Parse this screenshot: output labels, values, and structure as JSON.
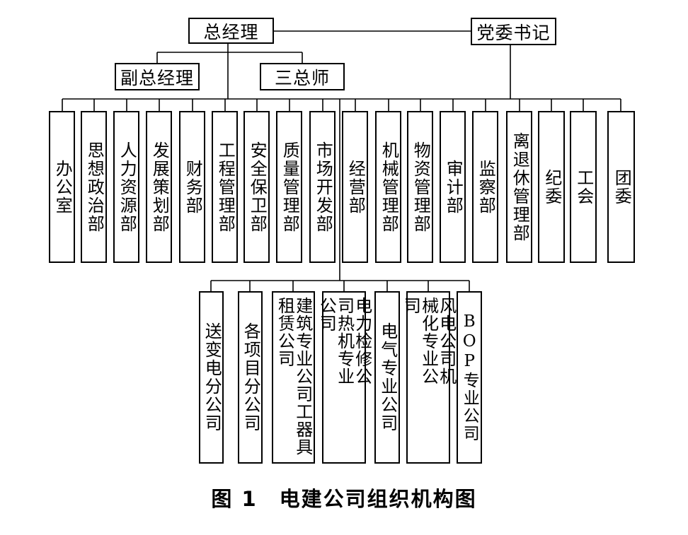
{
  "top": {
    "general_manager": "总经理",
    "party_secretary": "党委书记",
    "deputy_general_manager": "副总经理",
    "three_chiefs": "三总师"
  },
  "departments": [
    "办公室",
    "思想政治部",
    "人力资源部",
    "发展策划部",
    "财务部",
    "工程管理部",
    "安全保卫部",
    "质量管理部",
    "市场开发部",
    "经营部",
    "机械管理部",
    "物资管理部",
    "审计部",
    "监察部",
    "离退休管理部",
    "纪委",
    "工会",
    "团委"
  ],
  "subsidiaries": [
    "送变电分公司",
    "各项目分公司",
    "建筑专业公司工器具租赁公司",
    "电力检修公司热机专业公司",
    "电气专业公司",
    "风电公司机械化专业公司",
    "BOP专业公司"
  ],
  "caption": "图 1　电建公司组织机构图"
}
